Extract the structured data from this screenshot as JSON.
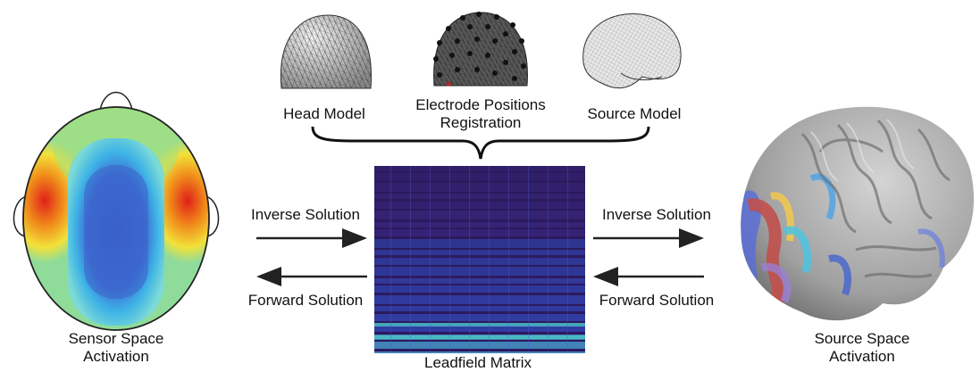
{
  "labels": {
    "head_model": "Head Model",
    "electrode_line1": "Electrode Positions",
    "electrode_line2": "Registration",
    "source_model": "Source Model",
    "sensor_line1": "Sensor Space",
    "sensor_line2": "Activation",
    "source_space_line1": "Source Space",
    "source_space_line2": "Activation",
    "leadfield": "Leadfield Matrix",
    "inverse_left": "Inverse Solution",
    "forward_left": "Forward Solution",
    "inverse_right": "Inverse Solution",
    "forward_right": "Forward Solution"
  },
  "colors": {
    "arrow": "#222222",
    "matrix_bg": "#2b1a5c",
    "matrix_band": "#2e3d9e",
    "matrix_highlight": "#4fd1c5",
    "brain_gray": "#a9a9a9"
  }
}
